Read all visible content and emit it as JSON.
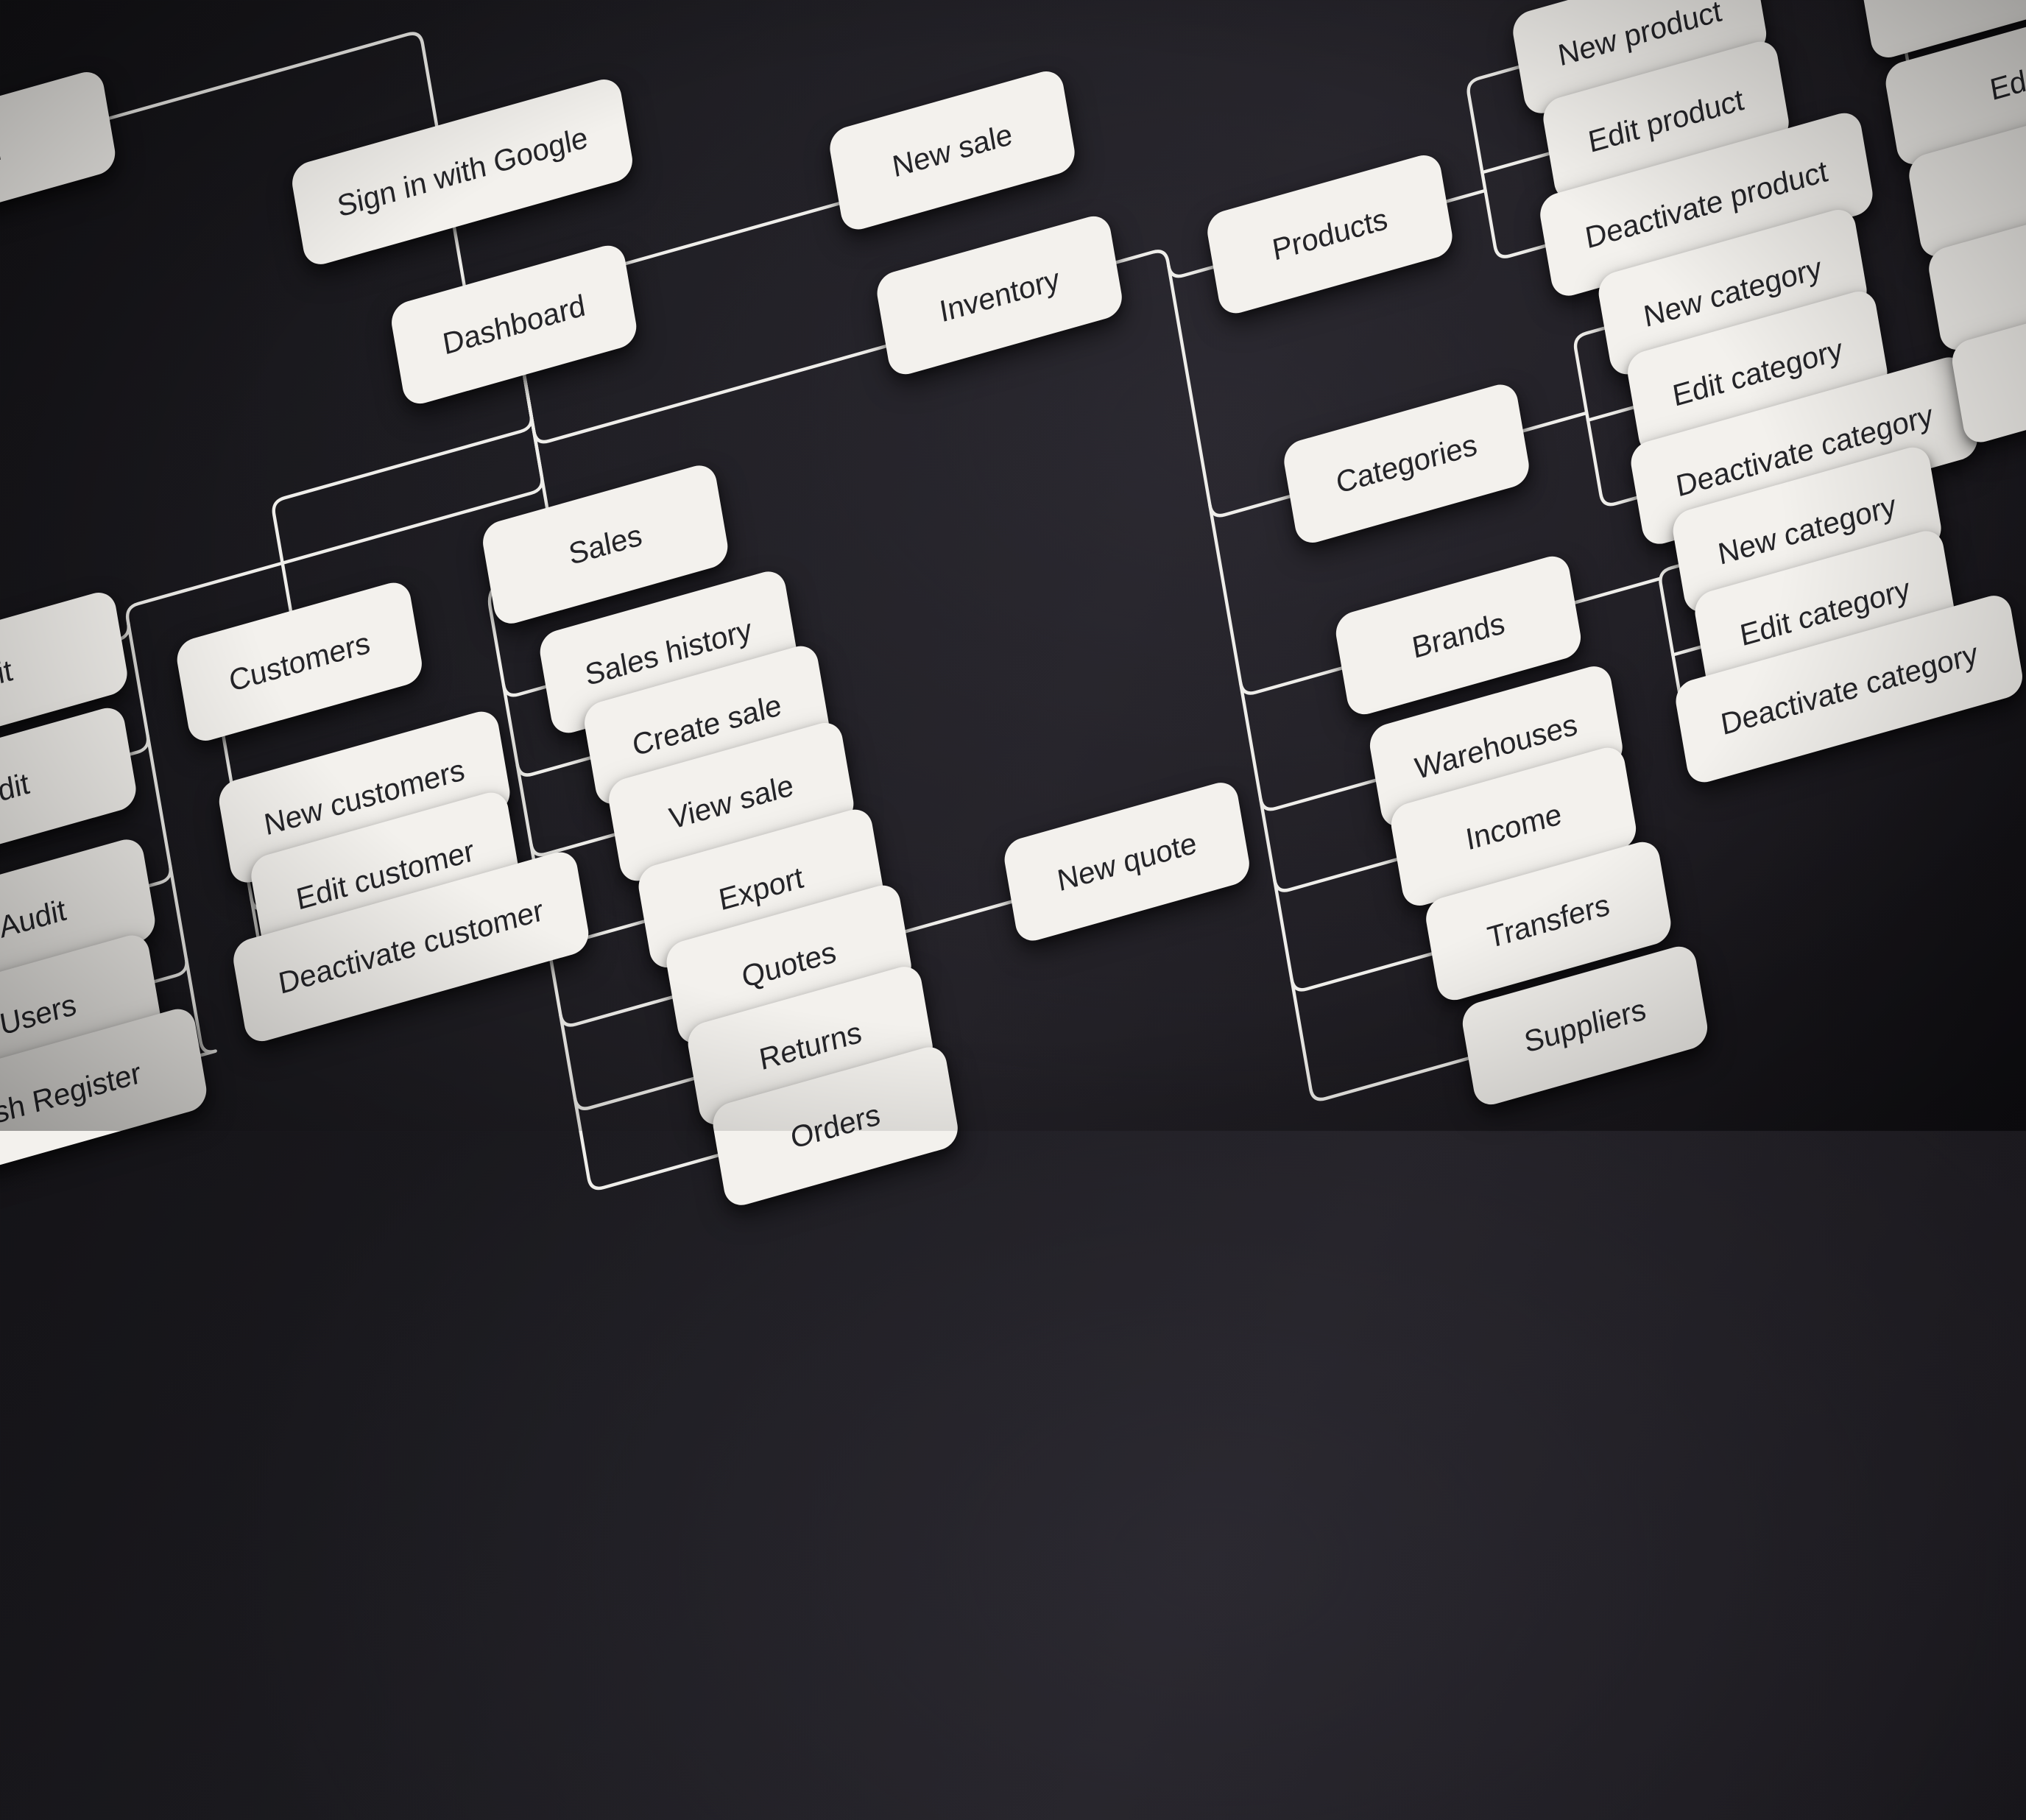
{
  "diagram": {
    "colors": {
      "background": "#1c1b20",
      "node_fill": "#f3f1ed",
      "node_text": "#242428",
      "connector": "#efeeea"
    },
    "nodes": {
      "login_partial": {
        "label": "n"
      },
      "sign_in_google": {
        "label": "Sign in with Google"
      },
      "dashboard": {
        "label": "Dashboard"
      },
      "new_sale": {
        "label": "New sale"
      },
      "inventory": {
        "label": "Inventory"
      },
      "products": {
        "label": "Products"
      },
      "new_product": {
        "label": "New product"
      },
      "edit_product": {
        "label": "Edit product"
      },
      "deactivate_product": {
        "label": "Deactivate product"
      },
      "new_category_1": {
        "label": "New category"
      },
      "edit_category_1": {
        "label": "Edit category"
      },
      "deactivate_category_1": {
        "label": "Deactivate category"
      },
      "categories": {
        "label": "Categories"
      },
      "brands": {
        "label": "Brands"
      },
      "new_category_2": {
        "label": "New category"
      },
      "edit_category_2": {
        "label": "Edit category"
      },
      "deactivate_category_2": {
        "label": "Deactivate category"
      },
      "warehouses": {
        "label": "Warehouses"
      },
      "income": {
        "label": "Income"
      },
      "transfers": {
        "label": "Transfers"
      },
      "suppliers": {
        "label": "Suppliers"
      },
      "sales": {
        "label": "Sales"
      },
      "sales_history": {
        "label": "Sales history"
      },
      "create_sale": {
        "label": "Create sale"
      },
      "view_sale": {
        "label": "View sale"
      },
      "export": {
        "label": "Export"
      },
      "quotes": {
        "label": "Quotes"
      },
      "returns": {
        "label": "Returns"
      },
      "orders_partial": {
        "label": "Orders"
      },
      "new_quote": {
        "label": "New quote"
      },
      "customers": {
        "label": "Customers"
      },
      "new_customers": {
        "label": "New customers"
      },
      "edit_customer": {
        "label": "Edit customer"
      },
      "deactivate_customer": {
        "label": "Deactivate customer"
      },
      "stack_it_partial": {
        "label": "it"
      },
      "stack_dit_partial": {
        "label": "dit"
      },
      "stack_audit_partial": {
        "label": "Audit"
      },
      "stack_users": {
        "label": "Users"
      },
      "stack_cash_register_partial": {
        "label": "ash Register"
      },
      "corner_top_right_partial": {
        "label": ""
      },
      "edge_ed_partial": {
        "label": "Ed"
      },
      "edge_partial_2": {
        "label": ""
      },
      "edge_partial_3": {
        "label": ""
      },
      "edge_partial_4": {
        "label": ""
      }
    }
  }
}
